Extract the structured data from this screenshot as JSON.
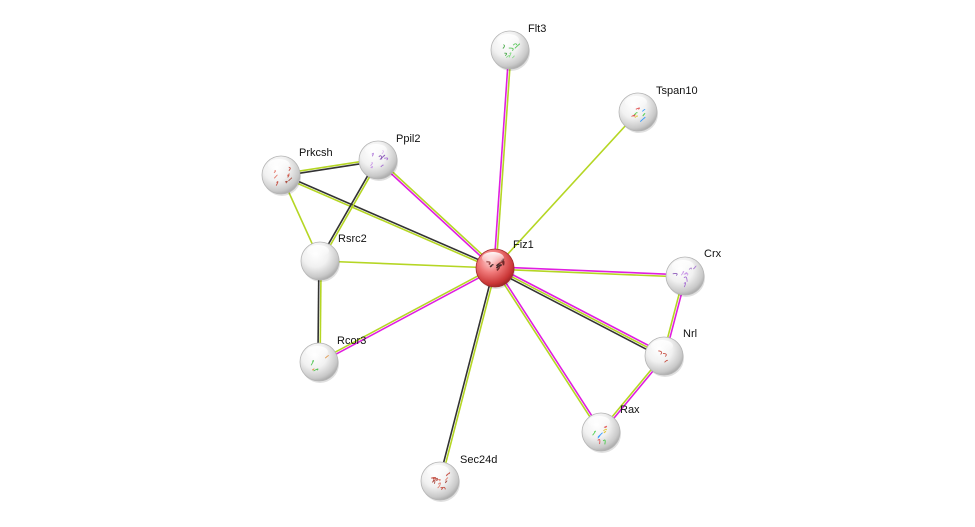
{
  "network": {
    "nodes": [
      {
        "id": "fiz1",
        "label": "Fiz1",
        "query": true,
        "structure": "multi"
      },
      {
        "id": "flt3",
        "label": "Flt3",
        "query": false,
        "structure": "green"
      },
      {
        "id": "tspan10",
        "label": "Tspan10",
        "query": false,
        "structure": "rainbow"
      },
      {
        "id": "ppil2",
        "label": "Ppil2",
        "query": false,
        "structure": "purple"
      },
      {
        "id": "prkcsh",
        "label": "Prkcsh",
        "query": false,
        "structure": "red"
      },
      {
        "id": "rsrc2",
        "label": "Rsrc2",
        "query": false,
        "structure": "none"
      },
      {
        "id": "rcor3",
        "label": "Rcor3",
        "query": false,
        "structure": "green-small"
      },
      {
        "id": "crx",
        "label": "Crx",
        "query": false,
        "structure": "purple"
      },
      {
        "id": "nrl",
        "label": "Nrl",
        "query": false,
        "structure": "red-thin"
      },
      {
        "id": "rax",
        "label": "Rax",
        "query": false,
        "structure": "rainbow"
      },
      {
        "id": "sec24d",
        "label": "Sec24d",
        "query": false,
        "structure": "red-dense"
      }
    ],
    "edges": [
      {
        "a": "fiz1",
        "b": "flt3",
        "types": [
          "magenta",
          "yellow"
        ]
      },
      {
        "a": "fiz1",
        "b": "tspan10",
        "types": [
          "yellow"
        ]
      },
      {
        "a": "fiz1",
        "b": "ppil2",
        "types": [
          "magenta",
          "yellow"
        ]
      },
      {
        "a": "fiz1",
        "b": "prkcsh",
        "types": [
          "yellow",
          "dark"
        ]
      },
      {
        "a": "fiz1",
        "b": "rsrc2",
        "types": [
          "yellow"
        ]
      },
      {
        "a": "fiz1",
        "b": "rcor3",
        "types": [
          "magenta",
          "yellow"
        ]
      },
      {
        "a": "fiz1",
        "b": "sec24d",
        "types": [
          "yellow",
          "dark"
        ]
      },
      {
        "a": "fiz1",
        "b": "rax",
        "types": [
          "magenta",
          "yellow"
        ]
      },
      {
        "a": "fiz1",
        "b": "nrl",
        "types": [
          "magenta",
          "yellow",
          "dark"
        ]
      },
      {
        "a": "fiz1",
        "b": "crx",
        "types": [
          "magenta",
          "yellow"
        ]
      },
      {
        "a": "prkcsh",
        "b": "ppil2",
        "types": [
          "yellow",
          "dark"
        ]
      },
      {
        "a": "prkcsh",
        "b": "rsrc2",
        "types": [
          "yellow"
        ]
      },
      {
        "a": "ppil2",
        "b": "rsrc2",
        "types": [
          "yellow",
          "dark"
        ]
      },
      {
        "a": "rsrc2",
        "b": "rcor3",
        "types": [
          "yellow",
          "dark"
        ]
      },
      {
        "a": "crx",
        "b": "nrl",
        "types": [
          "magenta",
          "yellow"
        ]
      },
      {
        "a": "nrl",
        "b": "rax",
        "types": [
          "magenta",
          "yellow"
        ]
      }
    ],
    "edge_colors": {
      "magenta": "#e01ee0",
      "yellow": "#b5d624",
      "dark": "#333333"
    },
    "node_colors": {
      "query": "#d9383a",
      "default": "#d8d8d8"
    }
  }
}
